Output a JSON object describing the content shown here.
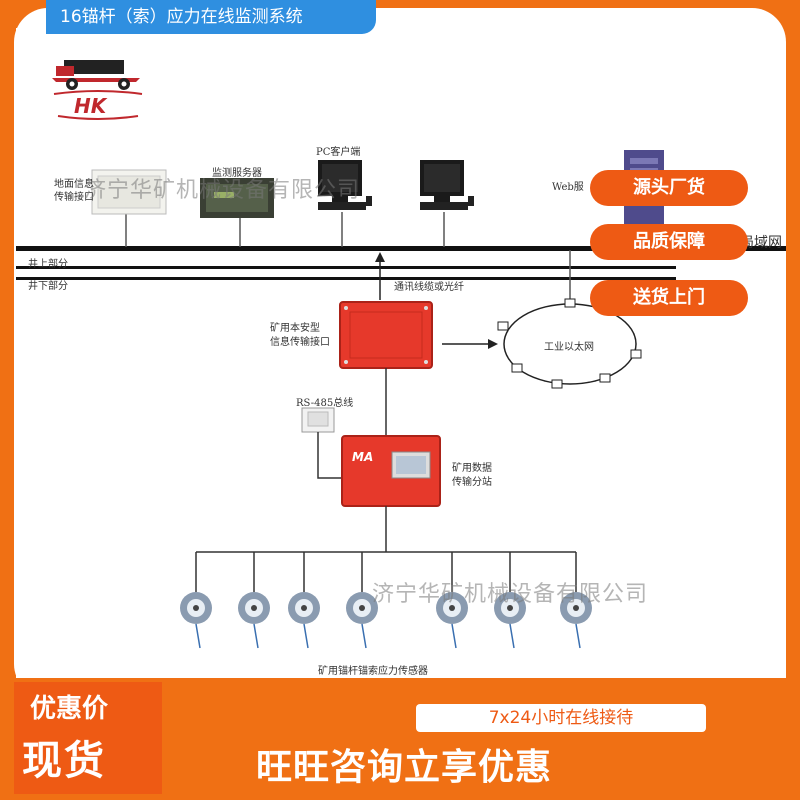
{
  "header": {
    "title": "16锚杆（索）应力在线监测系统"
  },
  "logo": {
    "text": "HK"
  },
  "diagram": {
    "ground_info_interface": "地面信息\n传输接口",
    "monitor_server": "监测服务器",
    "pc_client": "PC客户端",
    "web_server": "Web服",
    "lan": "局域网",
    "above_ground": "井上部分",
    "below_ground": "井下部分",
    "comm_cable": "通讯线缆或光纤",
    "mine_interface": "矿用本安型\n信息传输接口",
    "ethernet": "工业以太网",
    "rs485": "RS-485总线",
    "substation": "矿用数据\n传输分站",
    "sensors": "矿用锚杆锚索应力传感器",
    "ma_mark": "MA"
  },
  "watermark": "济宁华矿机械设备有限公司",
  "badges": [
    "源头厂货",
    "品质保障",
    "送货上门"
  ],
  "promo": {
    "discount": "优惠价",
    "in_stock": "现货",
    "online": "7x24小时在线接待",
    "consult": "旺旺咨询立享优惠"
  }
}
